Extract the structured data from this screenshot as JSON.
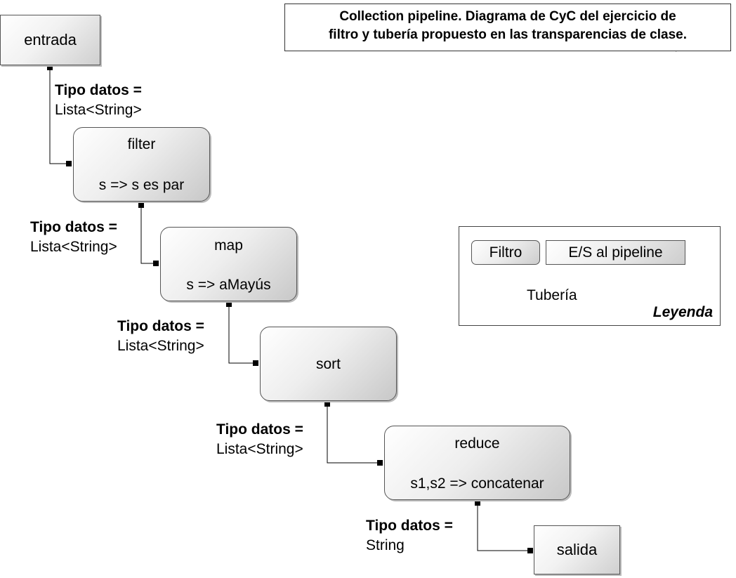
{
  "note": {
    "line1": "Collection pipeline. Diagrama de CyC del ejercicio de",
    "line2": "filtro y tubería propuesto en las transparencias de clase."
  },
  "input": {
    "label": "entrada"
  },
  "output": {
    "label": "salida"
  },
  "filters": [
    {
      "name": "filter",
      "expr": "s => s es par"
    },
    {
      "name": "map",
      "expr": "s => aMayús"
    },
    {
      "name": "sort",
      "expr": ""
    },
    {
      "name": "reduce",
      "expr": "s1,s2 => concatenar"
    }
  ],
  "pipes": [
    {
      "heading": "Tipo datos =",
      "type": "Lista<String>"
    },
    {
      "heading": "Tipo datos =",
      "type": "Lista<String>"
    },
    {
      "heading": "Tipo datos =",
      "type": "Lista<String>"
    },
    {
      "heading": "Tipo datos =",
      "type": "Lista<String>"
    },
    {
      "heading": "Tipo datos =",
      "type": "String"
    }
  ],
  "legend": {
    "filter_label": "Filtro",
    "io_label": "E/S al pipeline",
    "pipe_label": "Tubería",
    "title": "Leyenda"
  }
}
